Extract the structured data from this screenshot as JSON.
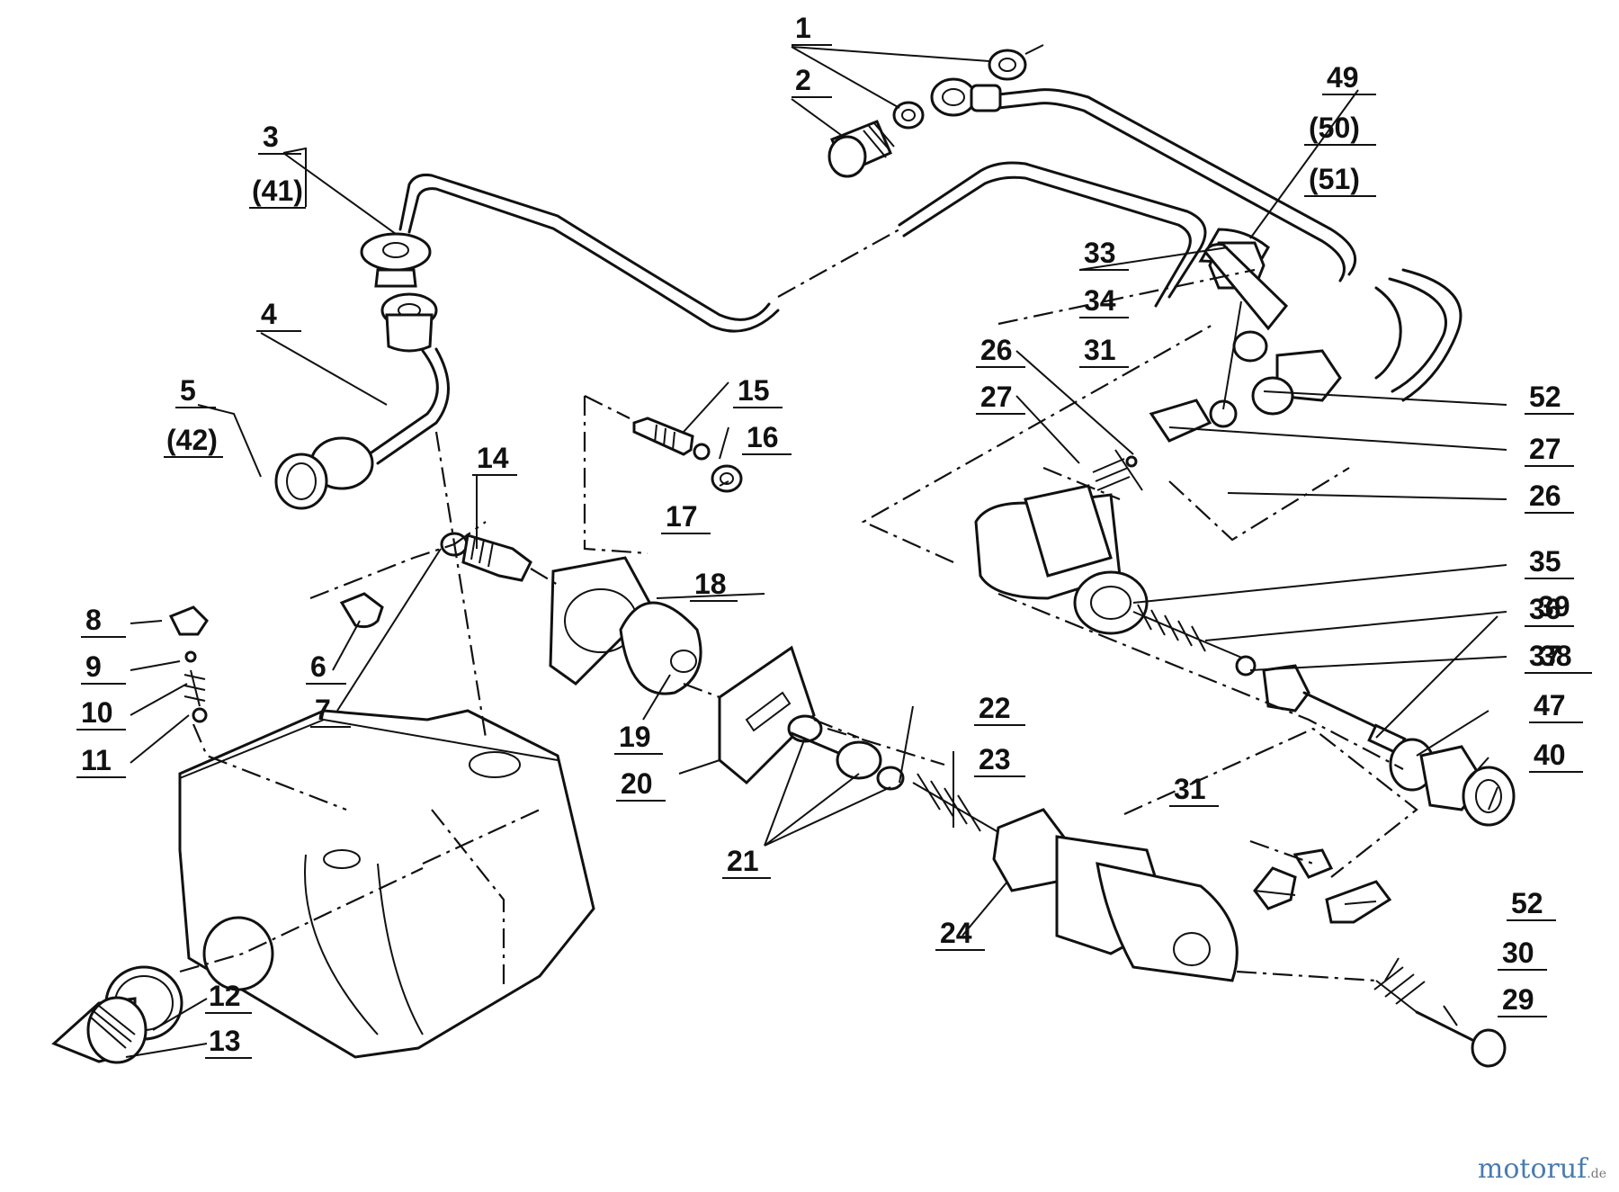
{
  "callouts": [
    {
      "id": "1",
      "text": "1"
    },
    {
      "id": "2",
      "text": "2"
    },
    {
      "id": "3",
      "text": "3"
    },
    {
      "id": "41",
      "text": "(41)"
    },
    {
      "id": "4",
      "text": "4"
    },
    {
      "id": "5",
      "text": "5"
    },
    {
      "id": "42",
      "text": "(42)"
    },
    {
      "id": "6",
      "text": "6"
    },
    {
      "id": "7",
      "text": "7"
    },
    {
      "id": "8",
      "text": "8"
    },
    {
      "id": "9",
      "text": "9"
    },
    {
      "id": "10",
      "text": "10"
    },
    {
      "id": "11",
      "text": "11"
    },
    {
      "id": "12",
      "text": "12"
    },
    {
      "id": "13",
      "text": "13"
    },
    {
      "id": "14",
      "text": "14"
    },
    {
      "id": "15",
      "text": "15"
    },
    {
      "id": "16",
      "text": "16"
    },
    {
      "id": "17",
      "text": "17"
    },
    {
      "id": "18",
      "text": "18"
    },
    {
      "id": "19",
      "text": "19"
    },
    {
      "id": "20",
      "text": "20"
    },
    {
      "id": "21",
      "text": "21"
    },
    {
      "id": "22",
      "text": "22"
    },
    {
      "id": "23",
      "text": "23"
    },
    {
      "id": "24",
      "text": "24"
    },
    {
      "id": "26a",
      "text": "26"
    },
    {
      "id": "27a",
      "text": "27"
    },
    {
      "id": "31a",
      "text": "31"
    },
    {
      "id": "33",
      "text": "33"
    },
    {
      "id": "34",
      "text": "34"
    },
    {
      "id": "49",
      "text": "49"
    },
    {
      "id": "50",
      "text": "(50)"
    },
    {
      "id": "51",
      "text": "(51)"
    },
    {
      "id": "52a",
      "text": "52"
    },
    {
      "id": "27b",
      "text": "27"
    },
    {
      "id": "26b",
      "text": "26"
    },
    {
      "id": "35",
      "text": "35"
    },
    {
      "id": "36",
      "text": "36"
    },
    {
      "id": "37",
      "text": "37"
    },
    {
      "id": "39",
      "text": "39"
    },
    {
      "id": "38",
      "text": "38"
    },
    {
      "id": "47",
      "text": "47"
    },
    {
      "id": "40",
      "text": "40"
    },
    {
      "id": "31b",
      "text": "31"
    },
    {
      "id": "52b",
      "text": "52"
    },
    {
      "id": "30",
      "text": "30"
    },
    {
      "id": "29",
      "text": "29"
    }
  ],
  "watermark": {
    "brand": "motoruf",
    "suffix": ".de",
    "brand_color": "#4a7bb0"
  }
}
